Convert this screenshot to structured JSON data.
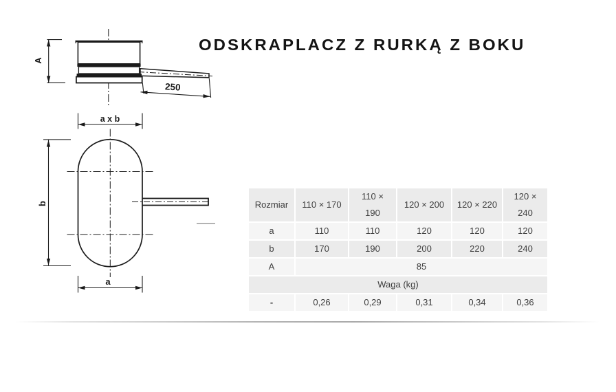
{
  "page": {
    "title": "ODSKRAPLACZ Z RURKĄ Z BOKU"
  },
  "drawing": {
    "side_view": {
      "dim_height_label": "A",
      "dim_tube_length_label": "250"
    },
    "front_view": {
      "dim_top_label": "a x b",
      "dim_height_label": "b",
      "dim_width_label": "a"
    }
  },
  "table": {
    "header": [
      "Rozmiar",
      "110 × 170",
      "110 × 190",
      "120 × 200",
      "120 × 220",
      "120 × 240"
    ],
    "row_a": {
      "label": "a",
      "values": [
        "110",
        "110",
        "120",
        "120",
        "120"
      ]
    },
    "row_b": {
      "label": "b",
      "values": [
        "170",
        "190",
        "200",
        "220",
        "240"
      ]
    },
    "row_A": {
      "label": "A",
      "value": "85"
    },
    "row_waga": {
      "label": "Waga (kg)"
    },
    "row_weights": {
      "label": "-",
      "values": [
        "0,26",
        "0,29",
        "0,31",
        "0,34",
        "0,36"
      ]
    }
  },
  "colors": {
    "row_gray": "#ebebeb",
    "row_light": "#f5f5f5",
    "table_text": "#3e3e3e",
    "line": "#1b1b1b"
  }
}
